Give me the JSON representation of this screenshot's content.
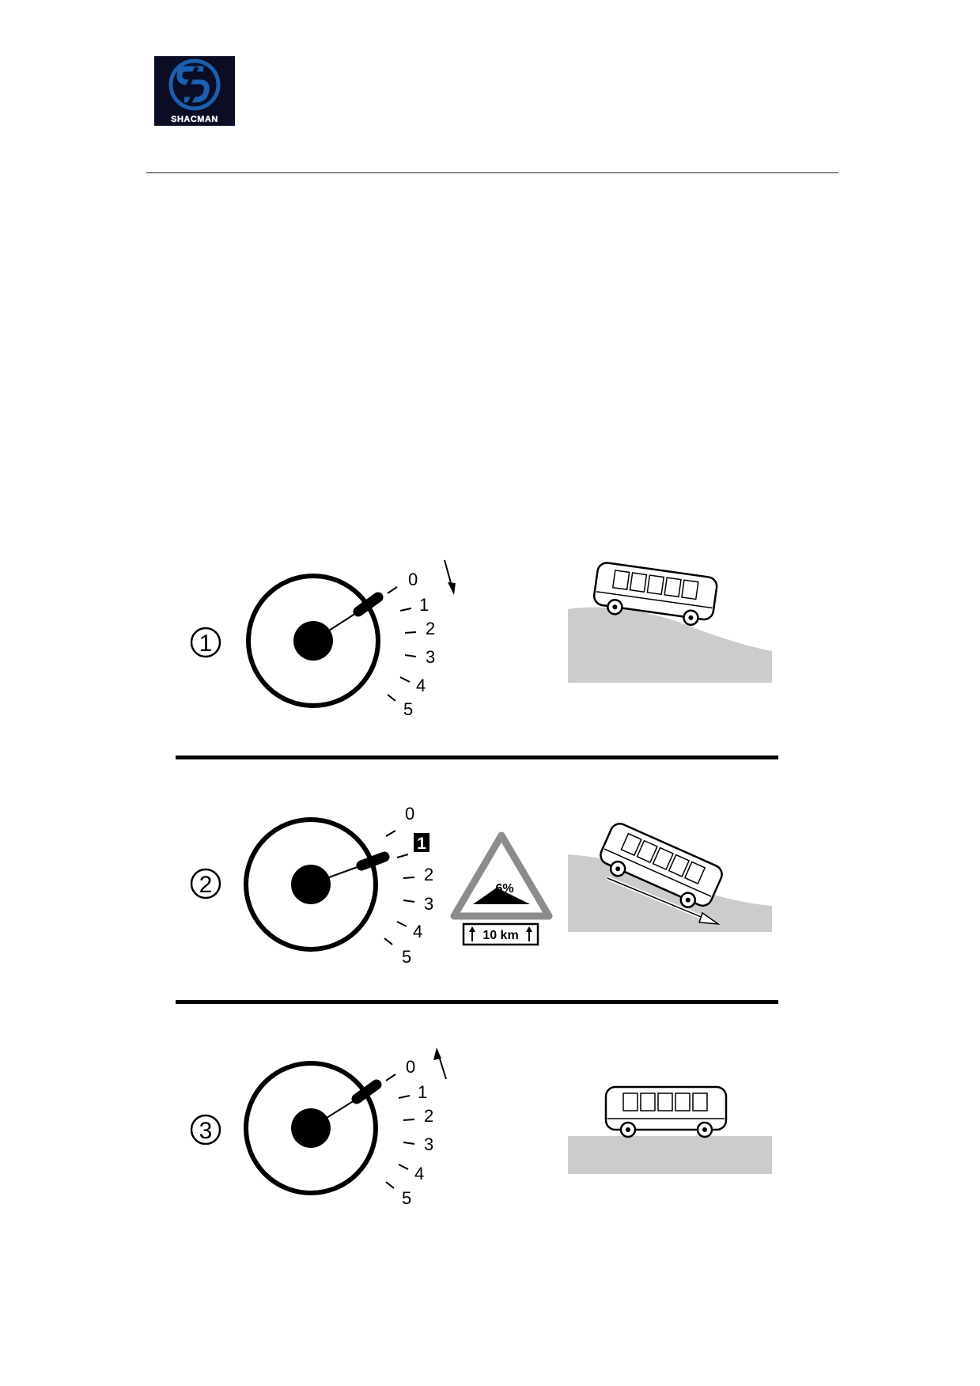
{
  "logo": {
    "text": "SHACMAN",
    "bg_color": "#0a0d24",
    "mark_color": "#1b5fae"
  },
  "steps": [
    {
      "number": "1",
      "scale": [
        "0",
        "1",
        "2",
        "3",
        "4",
        "5"
      ],
      "selected_position": "0",
      "lever_arrow": "down",
      "scene": "uphill"
    },
    {
      "number": "2",
      "scale": [
        "0",
        "1",
        "2",
        "3",
        "4",
        "5"
      ],
      "selected_position": "1",
      "sign": {
        "grade": "6%",
        "distance": "10 km"
      },
      "scene": "downhill"
    },
    {
      "number": "3",
      "scale": [
        "0",
        "1",
        "2",
        "3",
        "4",
        "5"
      ],
      "selected_position": "0",
      "lever_arrow": "up",
      "scene": "flat"
    }
  ]
}
